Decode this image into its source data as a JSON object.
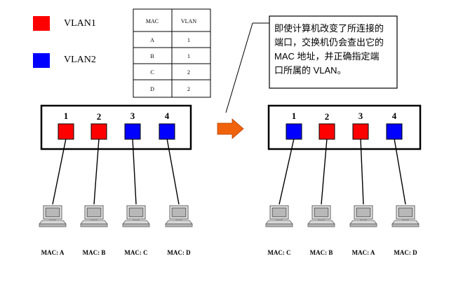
{
  "legend": [
    {
      "label": "VLAN1",
      "color": "#ff0000"
    },
    {
      "label": "VLAN2",
      "color": "#0000ff"
    }
  ],
  "mac_table": {
    "headers": [
      "MAC",
      "VLAN"
    ],
    "rows": [
      [
        "A",
        "1"
      ],
      [
        "B",
        "1"
      ],
      [
        "C",
        "2"
      ],
      [
        "D",
        "2"
      ]
    ]
  },
  "callout_lines": [
    "即使计算机改变了所连接的",
    "端口，交换机仍会查出它的",
    "MAC 地址，并正确指定端",
    "口所属的 VLAN。"
  ],
  "arrow_color": "#f0620c",
  "colors": {
    "vlan1": "#ff0000",
    "vlan2": "#0000ff"
  },
  "switch_left": {
    "port_numbers": [
      "1",
      "2",
      "3",
      "4"
    ],
    "port_vlans": [
      "vlan1",
      "vlan1",
      "vlan2",
      "vlan2"
    ],
    "macs": [
      "MAC: A",
      "MAC: B",
      "MAC: C",
      "MAC: D"
    ]
  },
  "switch_right": {
    "port_numbers": [
      "1",
      "2",
      "3",
      "4"
    ],
    "port_vlans": [
      "vlan2",
      "vlan1",
      "vlan1",
      "vlan2"
    ],
    "macs": [
      "MAC: C",
      "MAC: B",
      "MAC: A",
      "MAC: D"
    ]
  }
}
